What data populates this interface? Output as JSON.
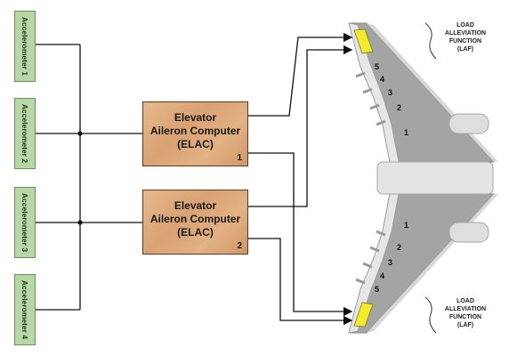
{
  "accelerometers": [
    {
      "label": "Accelerometer 1"
    },
    {
      "label": "Accelerometer 2"
    },
    {
      "label": "Accelerometer 3"
    },
    {
      "label": "Accelerometer 4"
    }
  ],
  "elacs": [
    {
      "name": "Elevator\nAileron Computer\n(ELAC)",
      "number": "1"
    },
    {
      "name": "Elevator\nAileron Computer\n(ELAC)",
      "number": "2"
    }
  ],
  "laf": {
    "top": "LOAD\nALLEVIATION\nFUNCTION\n(LAF)",
    "bottom": "LOAD\nALLEVIATION\nFUNCTION\n(LAF)"
  },
  "spoilers": {
    "top": [
      "5",
      "4",
      "3",
      "2",
      "1"
    ],
    "bottom": [
      "1",
      "2",
      "3",
      "4",
      "5"
    ]
  },
  "colors": {
    "accelerometer_fill": "#b7d7a6",
    "elac_fill": "#dca77a",
    "aileron_highlight": "#f2ea2a",
    "wing_gray": "#9c9c9c"
  }
}
